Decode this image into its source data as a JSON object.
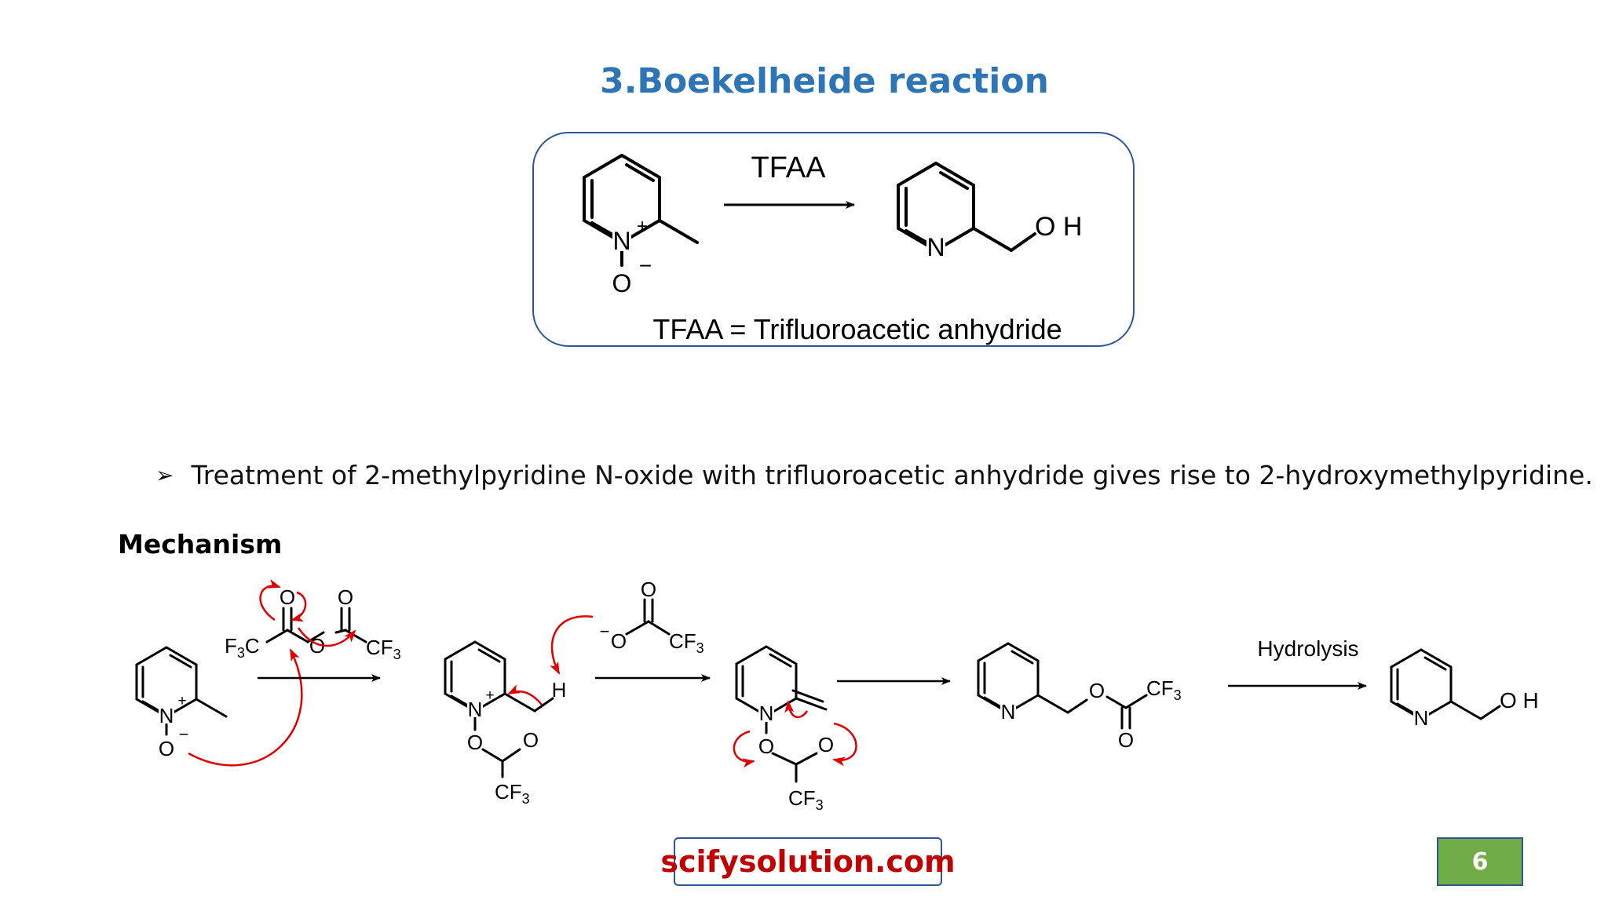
{
  "title": "3.Boekelheide reaction",
  "reaction_box": {
    "reagent": "TFAA",
    "definition": "TFAA = Trifluoroacetic anhydride"
  },
  "bullet": {
    "marker": "➢",
    "text": "Treatment of 2-methylpyridine N-oxide with trifluoroacetic anhydride gives rise to 2-hydroxymethylpyridine."
  },
  "mechanism": {
    "heading": "Mechanism",
    "hydrolysis_label": "Hydrolysis"
  },
  "atoms": {
    "N": "N",
    "O": "O",
    "H": "H",
    "OH": "O H",
    "plus": "+",
    "minus": "−",
    "cf3": "CF",
    "f3c": "F",
    "three": "3",
    "c": "C"
  },
  "footer": {
    "site": "scifysolution.com",
    "page_number": "6"
  },
  "colors": {
    "title": "#2e75b6",
    "box_border": "#2f5597",
    "arrow_red": "#e00000",
    "site_text": "#c00000",
    "page_badge": "#70ad47"
  },
  "icons": {
    "bullet": "arrowhead-bullet-icon"
  }
}
